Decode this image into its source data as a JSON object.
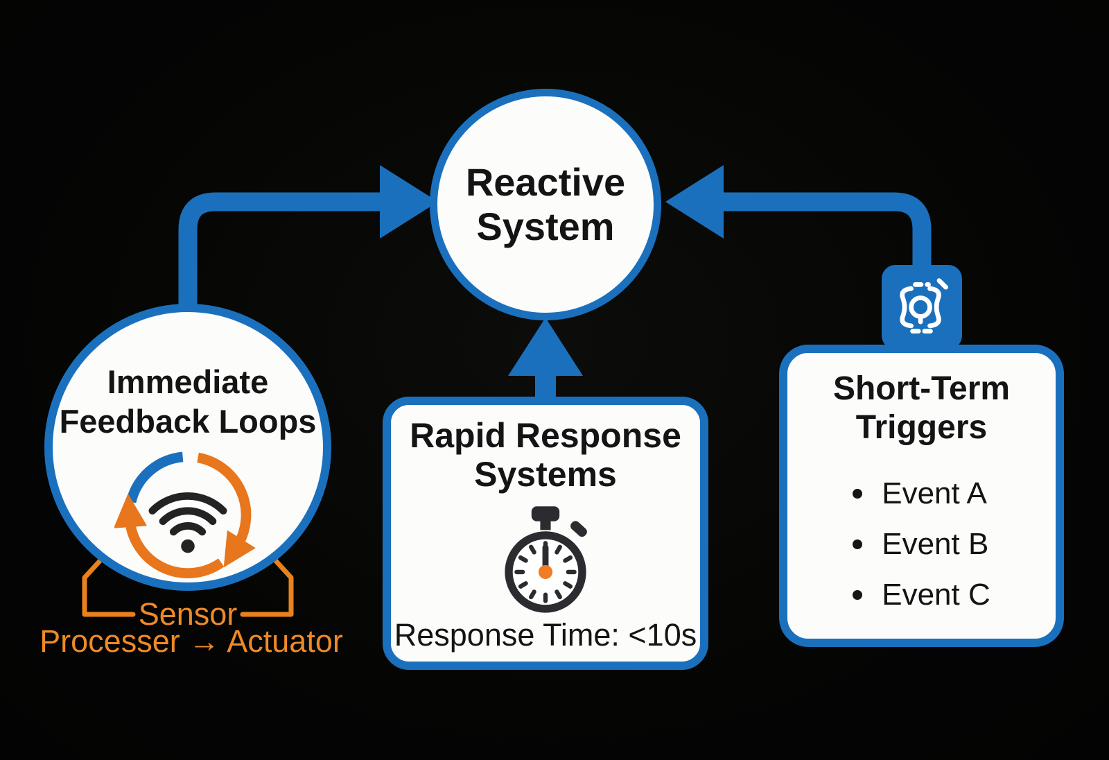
{
  "diagram": {
    "colors": {
      "arrow_blue": "#1b70bd",
      "accent_orange": "#e8761c",
      "caption_orange": "#ee8a28",
      "node_fill": "#fcfcfb",
      "text_dark": "#141414",
      "background": "#050504"
    },
    "center": {
      "lines": [
        "Reactive",
        "System"
      ]
    },
    "left": {
      "lines": [
        "Immediate",
        "Feedback Loops"
      ],
      "icon": "feedback-loop-wifi-icon",
      "caption1": "Sensor",
      "caption2": "Processer → Actuator"
    },
    "middle": {
      "lines": [
        "Rapid Response",
        "Systems"
      ],
      "icon": "stopwatch-icon",
      "footer": "Response Time: <10s"
    },
    "right": {
      "lines": [
        "Short-Term",
        "Triggers"
      ],
      "icon": "gear-automation-icon",
      "items": [
        "Event A",
        "Event B",
        "Event C"
      ]
    }
  }
}
